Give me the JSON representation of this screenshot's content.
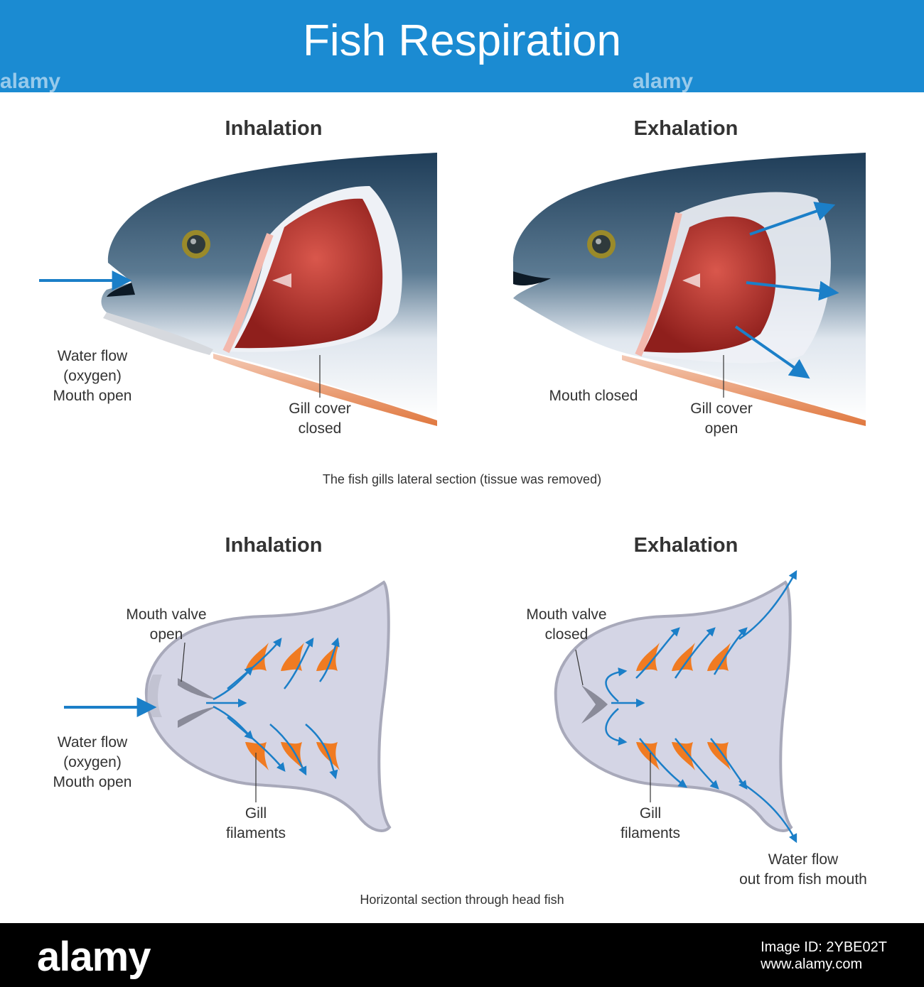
{
  "title": "Fish Respiration",
  "watermark": "alamy",
  "top": {
    "inhalation": {
      "heading": "Inhalation",
      "water_flow": [
        "Water flow",
        "(oxygen)",
        "Mouth open"
      ],
      "gill_cover": [
        "Gill cover",
        "closed"
      ]
    },
    "exhalation": {
      "heading": "Exhalation",
      "mouth": "Mouth closed",
      "gill_cover": [
        "Gill cover",
        "open"
      ]
    },
    "caption": "The fish gills lateral section (tissue was removed)"
  },
  "bottom": {
    "inhalation": {
      "heading": "Inhalation",
      "valve": [
        "Mouth valve",
        "open"
      ],
      "water_flow": [
        "Water flow",
        "(oxygen)",
        "Mouth open"
      ],
      "gill": [
        "Gill",
        "filaments"
      ]
    },
    "exhalation": {
      "heading": "Exhalation",
      "valve": [
        "Mouth valve",
        "closed"
      ],
      "gill": [
        "Gill",
        "filaments"
      ],
      "water_out": [
        "Water flow",
        "out from fish mouth"
      ]
    },
    "caption": "Horizontal section through head fish"
  },
  "footer": {
    "logo": "alamy",
    "image_id_label": "Image ID: 2YBE02T",
    "site": "www.alamy.com"
  },
  "colors": {
    "banner": "#1b8bd2",
    "arrow": "#1b7fc8",
    "fish_back": "#1f3d58",
    "gill": "#b8352f",
    "filament": "#f07b22",
    "section_fill": "#d4d5e5"
  }
}
